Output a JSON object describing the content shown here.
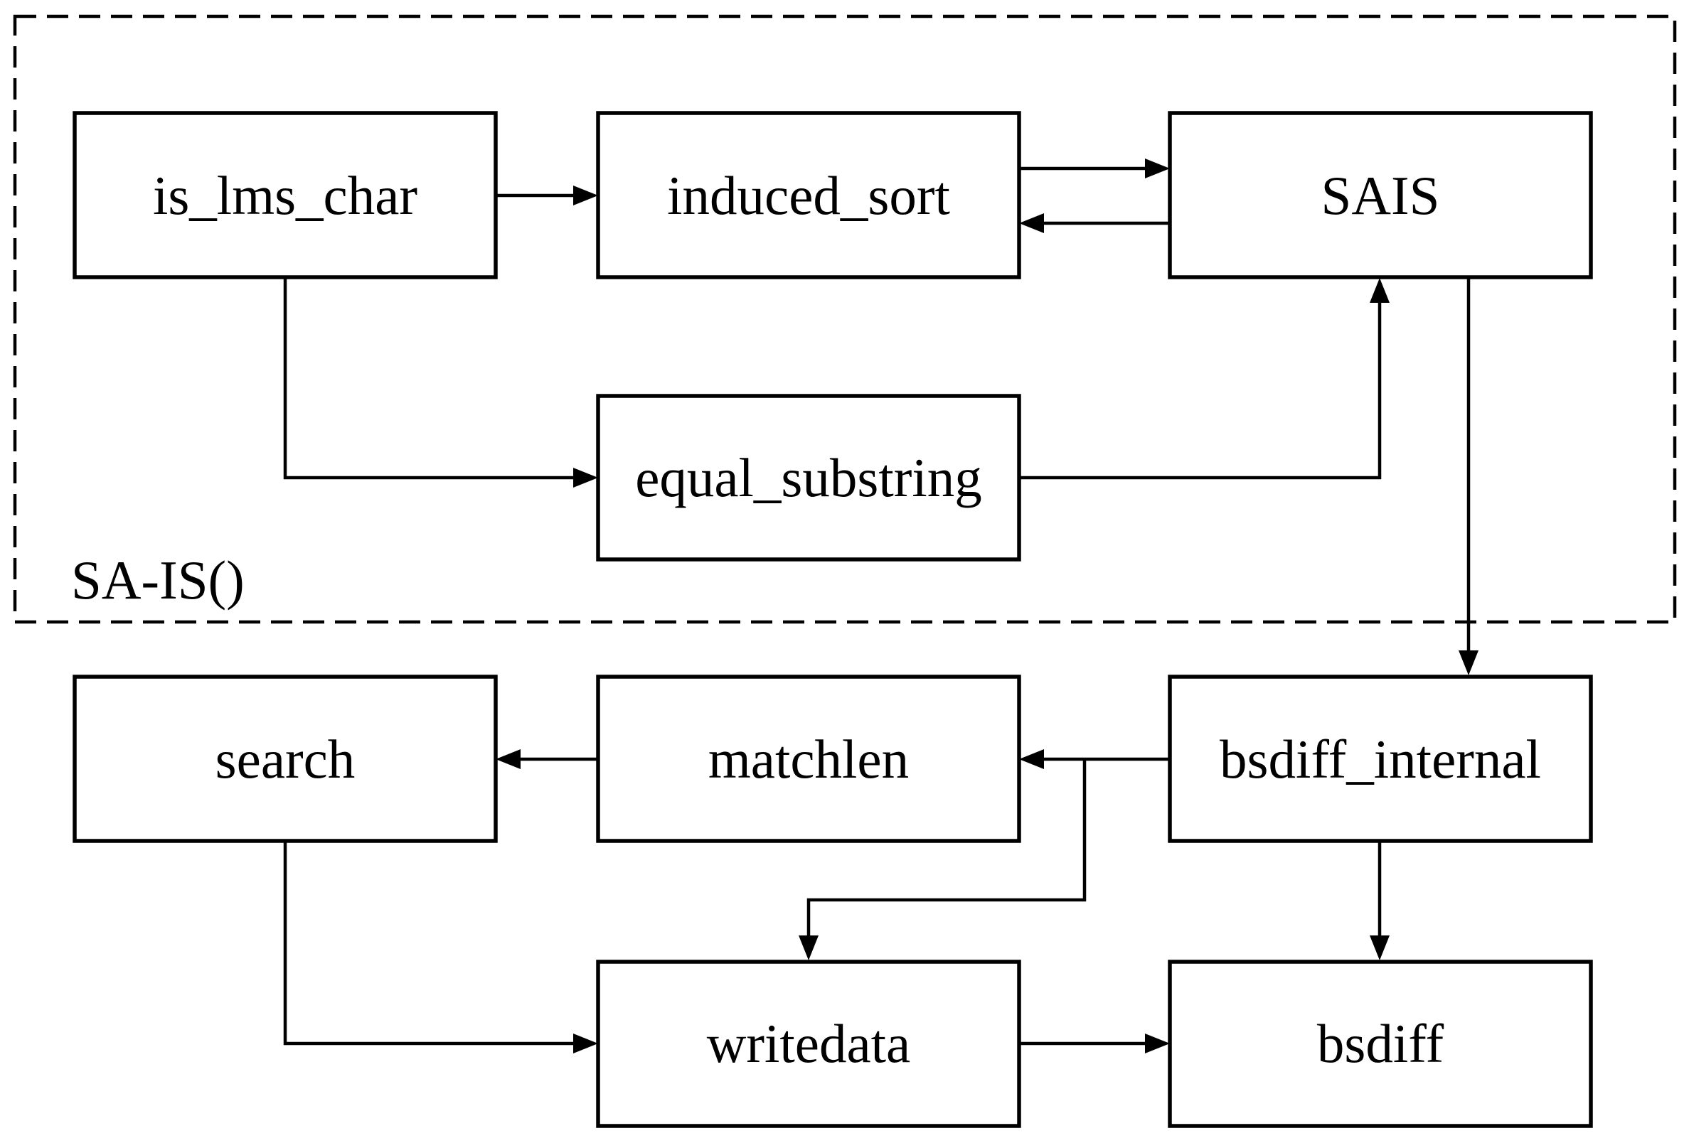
{
  "group": {
    "label": "SA-IS()"
  },
  "nodes": {
    "is_lms_char": "is_lms_char",
    "induced_sort": "induced_sort",
    "sais": "SAIS",
    "equal_substring": "equal_substring",
    "search": "search",
    "matchlen": "matchlen",
    "bsdiff_internal": "bsdiff_internal",
    "writedata": "writedata",
    "bsdiff": "bsdiff"
  },
  "edges": [
    {
      "from": "is_lms_char",
      "to": "induced_sort"
    },
    {
      "from": "induced_sort",
      "to": "SAIS"
    },
    {
      "from": "SAIS",
      "to": "induced_sort"
    },
    {
      "from": "is_lms_char",
      "to": "equal_substring"
    },
    {
      "from": "equal_substring",
      "to": "SAIS"
    },
    {
      "from": "SAIS",
      "to": "bsdiff_internal"
    },
    {
      "from": "bsdiff_internal",
      "to": "matchlen"
    },
    {
      "from": "matchlen",
      "to": "search"
    },
    {
      "from": "bsdiff_internal",
      "to": "writedata"
    },
    {
      "from": "bsdiff_internal",
      "to": "bsdiff"
    },
    {
      "from": "search",
      "to": "writedata"
    },
    {
      "from": "writedata",
      "to": "bsdiff"
    }
  ]
}
